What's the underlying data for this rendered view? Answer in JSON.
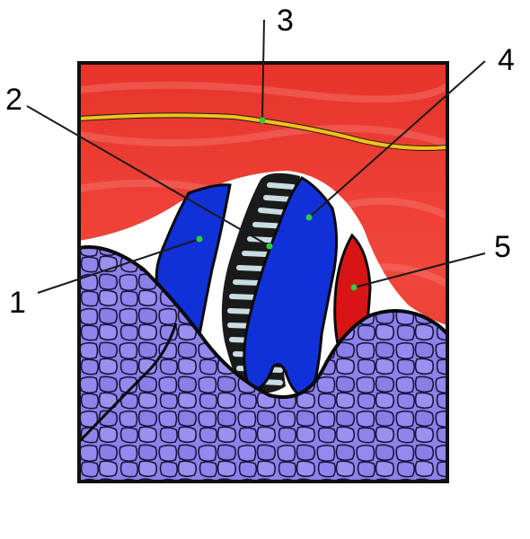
{
  "labels": [
    {
      "id": "1",
      "text": "1"
    },
    {
      "id": "2",
      "text": "2"
    },
    {
      "id": "3",
      "text": "3"
    },
    {
      "id": "4",
      "text": "4"
    },
    {
      "id": "5",
      "text": "5"
    }
  ],
  "colors": {
    "muscle": "#e8332a",
    "muscle_light": "#f5695f",
    "nerve": "#f2c31c",
    "vein": "#1030d8",
    "artery": "#d81414",
    "trachea_band": "#1a1a1a",
    "trachea_ring": "#c8dde2",
    "bone": "#8c82ea",
    "bone_line": "#1a1640",
    "leader_dot": "#2ecc40"
  }
}
